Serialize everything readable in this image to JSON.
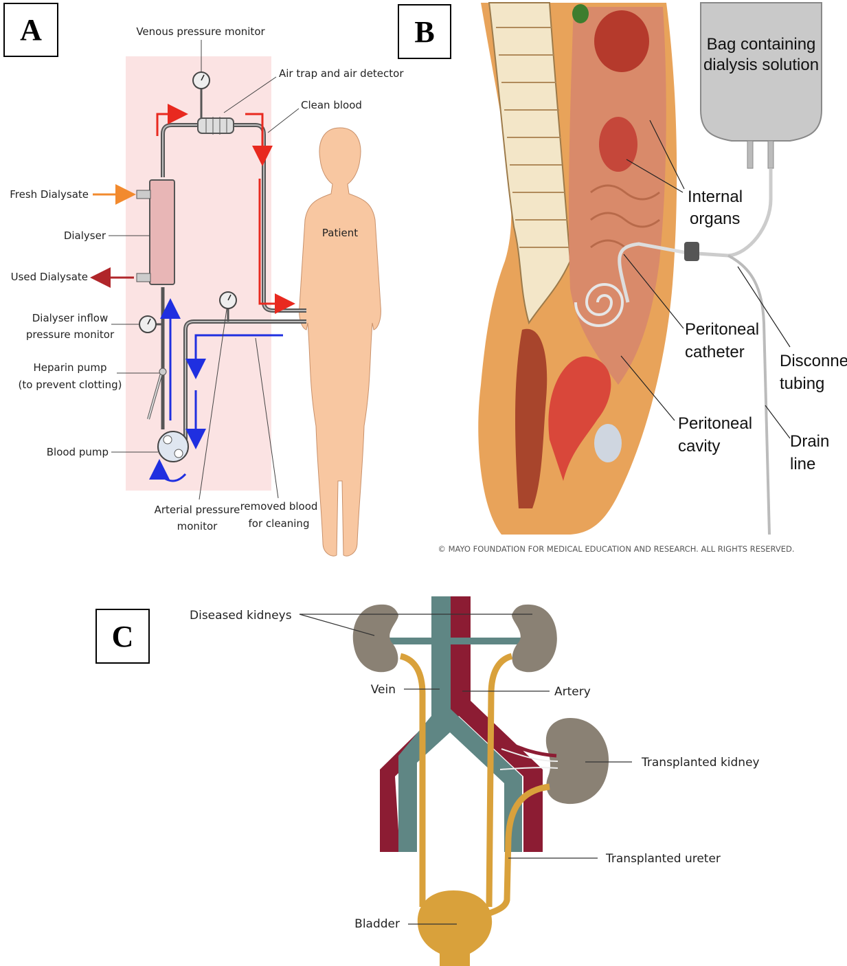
{
  "panels": {
    "a": {
      "label": "A",
      "labels": {
        "venous_monitor": "Venous pressure monitor",
        "air_trap": "Air trap and air detector",
        "clean_blood": "Clean blood",
        "fresh_dialysate": "Fresh Dialysate",
        "dialyser": "Dialyser",
        "used_dialysate": "Used Dialysate",
        "inflow_monitor_1": "Dialyser inflow",
        "inflow_monitor_2": "pressure monitor",
        "heparin_1": "Heparin pump",
        "heparin_2": "(to prevent clotting)",
        "blood_pump": "Blood pump",
        "arterial_1": "Arterial pressure",
        "arterial_2": "monitor",
        "removed_1": "removed blood",
        "removed_2": "for cleaning",
        "patient": "Patient"
      },
      "colors": {
        "panel_bg": "#fbe3e3",
        "patient": "#f8c7a1",
        "clean": "#e8291f",
        "removed": "#1f2fe0",
        "dialyser": "#e8b6b6",
        "fresh_arrow": "#f28a2e",
        "used_arrow": "#b0262a"
      }
    },
    "b": {
      "label": "B",
      "labels": {
        "bag_1": "Bag containing",
        "bag_2": "dialysis solution",
        "internal_1": "Internal",
        "internal_2": "organs",
        "catheter_1": "Peritoneal",
        "catheter_2": "catheter",
        "cavity_1": "Peritoneal",
        "cavity_2": "cavity",
        "disconnect_1": "Disconnect",
        "disconnect_2": "tubing",
        "drain_1": "Drain",
        "drain_2": "line",
        "copyright": "© MAYO FOUNDATION FOR MEDICAL EDUCATION AND RESEARCH. ALL RIGHTS RESERVED."
      },
      "colors": {
        "skin": "#e8a35a",
        "organs": "#d98a6a",
        "spine": "#f3e6c8",
        "uterus": "#d9473a",
        "bag": "#c9c9c9"
      }
    },
    "c": {
      "label": "C",
      "labels": {
        "diseased_kidneys": "Diseased kidneys",
        "vein": "Vein",
        "artery": "Artery",
        "transplanted_kidney": "Transplanted kidney",
        "transplanted_ureter": "Transplanted ureter",
        "bladder": "Bladder"
      },
      "colors": {
        "kidney": "#8a8174",
        "vein": "#5f8684",
        "artery": "#8c1c33",
        "ureter": "#d9a13b"
      }
    }
  }
}
